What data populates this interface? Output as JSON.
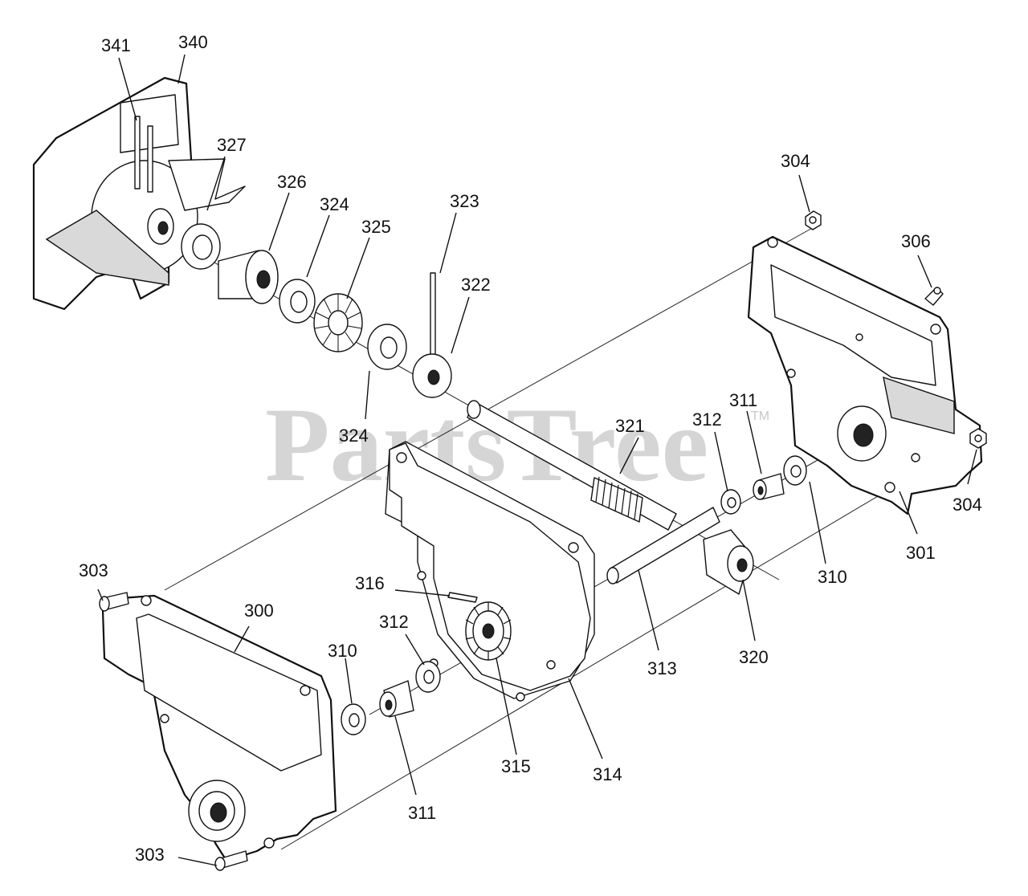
{
  "watermark": {
    "text": "PartsTree",
    "mark": "TM"
  },
  "labels": {
    "p341": "341",
    "p340": "340",
    "p327": "327",
    "p326": "326",
    "p324a": "324",
    "p325": "325",
    "p323": "323",
    "p322": "322",
    "p324b": "324",
    "p304a": "304",
    "p306": "306",
    "p321": "321",
    "p312a": "312",
    "p311a": "311",
    "p304b": "304",
    "p301": "301",
    "p310a": "310",
    "p320": "320",
    "p313": "313",
    "p303a": "303",
    "p300": "300",
    "p316": "316",
    "p312b": "312",
    "p310b": "310",
    "p315": "315",
    "p314": "314",
    "p311b": "311",
    "p303b": "303"
  },
  "colors": {
    "ink": "#111111",
    "watermark": "#c8c8c8",
    "background": "#ffffff"
  }
}
